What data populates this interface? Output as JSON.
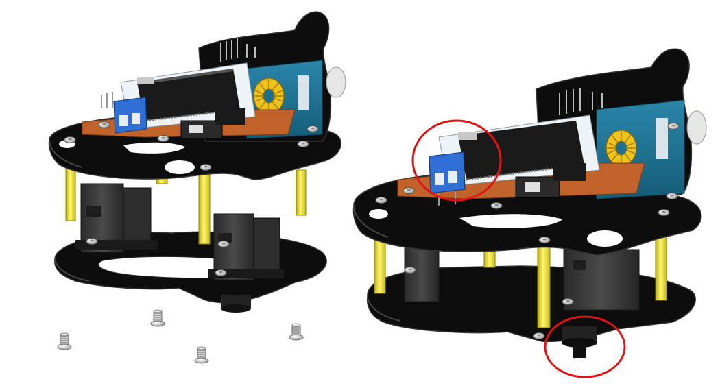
{
  "figure": {
    "panels": [
      {
        "state": "exploded",
        "loose_screw_count": 4
      },
      {
        "state": "assembled",
        "highlight_count": 2
      }
    ],
    "colors": {
      "plate": "#0d0d0d",
      "plate_edge": "#2b2b2b",
      "standoff": "#f3ea3a",
      "standoff_shade": "#b8ad18",
      "pcb": "#1f6f8f",
      "pcb_dark": "#0f4a60",
      "nano_board": "#eef3f7",
      "nano_chip": "#1a1a1a",
      "terminal_block": "#2f6fd6",
      "copper_board": "#c0622a",
      "toroid": "#f0c21c",
      "servo": "#3a3a3a",
      "screw": "#d9d9d9",
      "highlight": "#e01414"
    },
    "icons": [
      "screw-icon",
      "standoff-icon",
      "servo-icon",
      "terminal-block-icon",
      "toroid-coil-icon",
      "highlight-circle-icon"
    ]
  }
}
